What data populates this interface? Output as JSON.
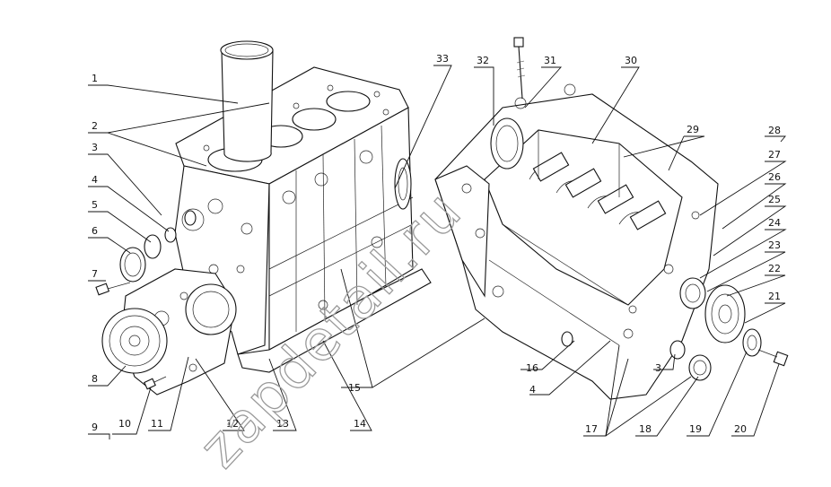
{
  "watermark": "zapdetail.ru",
  "callouts": [
    {
      "id": "c1",
      "text": "1"
    },
    {
      "id": "c2",
      "text": "2"
    },
    {
      "id": "c3",
      "text": "3"
    },
    {
      "id": "c4",
      "text": "4"
    },
    {
      "id": "c5",
      "text": "5"
    },
    {
      "id": "c6",
      "text": "6"
    },
    {
      "id": "c7",
      "text": "7"
    },
    {
      "id": "c8",
      "text": "8"
    },
    {
      "id": "c9",
      "text": "9"
    },
    {
      "id": "c10",
      "text": "10"
    },
    {
      "id": "c11",
      "text": "11"
    },
    {
      "id": "c12",
      "text": "12"
    },
    {
      "id": "c13",
      "text": "13"
    },
    {
      "id": "c14",
      "text": "14"
    },
    {
      "id": "c15",
      "text": "15"
    },
    {
      "id": "c16",
      "text": "16"
    },
    {
      "id": "c4b",
      "text": "4"
    },
    {
      "id": "c3b",
      "text": "3"
    },
    {
      "id": "c17",
      "text": "17"
    },
    {
      "id": "c18",
      "text": "18"
    },
    {
      "id": "c19",
      "text": "19"
    },
    {
      "id": "c20",
      "text": "20"
    },
    {
      "id": "c21",
      "text": "21"
    },
    {
      "id": "c22",
      "text": "22"
    },
    {
      "id": "c23",
      "text": "23"
    },
    {
      "id": "c24",
      "text": "24"
    },
    {
      "id": "c25",
      "text": "25"
    },
    {
      "id": "c26",
      "text": "26"
    },
    {
      "id": "c27",
      "text": "27"
    },
    {
      "id": "c28",
      "text": "28"
    },
    {
      "id": "c29",
      "text": "29"
    },
    {
      "id": "c30",
      "text": "30"
    },
    {
      "id": "c31",
      "text": "31"
    },
    {
      "id": "c32",
      "text": "32"
    },
    {
      "id": "c33",
      "text": "33"
    }
  ]
}
